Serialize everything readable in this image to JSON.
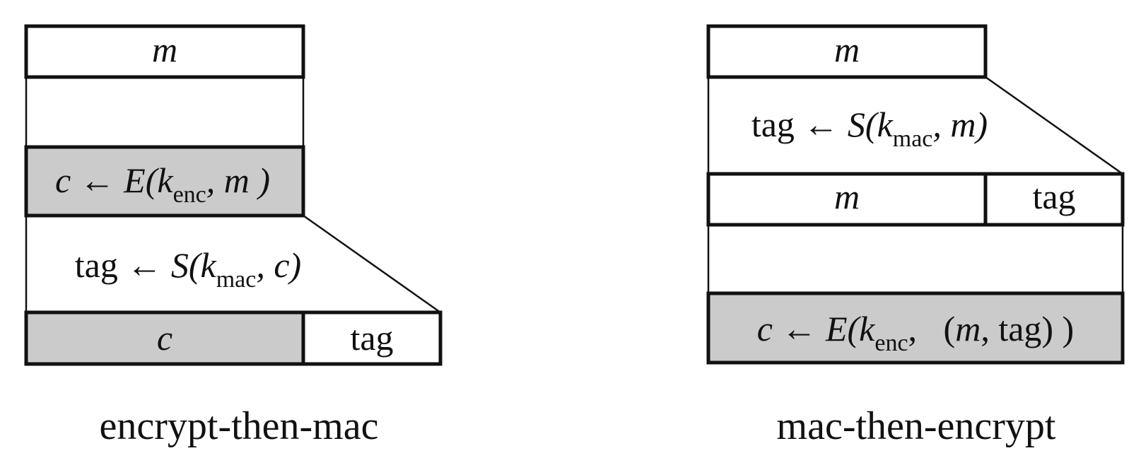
{
  "figure": {
    "background": "#ffffff",
    "line_color": "#111111",
    "shaded_fill": "#cbcbcb",
    "left": {
      "caption": "encrypt-then-mac",
      "message_box_label": "m",
      "encrypt_formula": [
        {
          "t": "c ← E(k",
          "s": "it"
        },
        {
          "t": "enc",
          "s": "sub"
        },
        {
          "t": ", m )",
          "s": "it"
        }
      ],
      "sign_formula": [
        {
          "t": "tag ← ",
          "s": "up"
        },
        {
          "t": "S(k",
          "s": "it"
        },
        {
          "t": "mac",
          "s": "sub"
        },
        {
          "t": ", c)",
          "s": "it"
        }
      ],
      "output_ciphertext_label": "c",
      "output_tag_label": "tag"
    },
    "right": {
      "caption": "mac-then-encrypt",
      "message_box_label": "m",
      "sign_formula": [
        {
          "t": "tag ← ",
          "s": "up"
        },
        {
          "t": "S(k",
          "s": "it"
        },
        {
          "t": "mac",
          "s": "sub"
        },
        {
          "t": ", m)",
          "s": "it"
        }
      ],
      "intermediate_message_label": "m",
      "intermediate_tag_label": "tag",
      "encrypt_formula": [
        {
          "t": "c ← E(k",
          "s": "it"
        },
        {
          "t": "enc",
          "s": "sub"
        },
        {
          "t": ",  (",
          "s": "up"
        },
        {
          "t": "m",
          "s": "it"
        },
        {
          "t": ", tag) )",
          "s": "up"
        }
      ]
    }
  }
}
